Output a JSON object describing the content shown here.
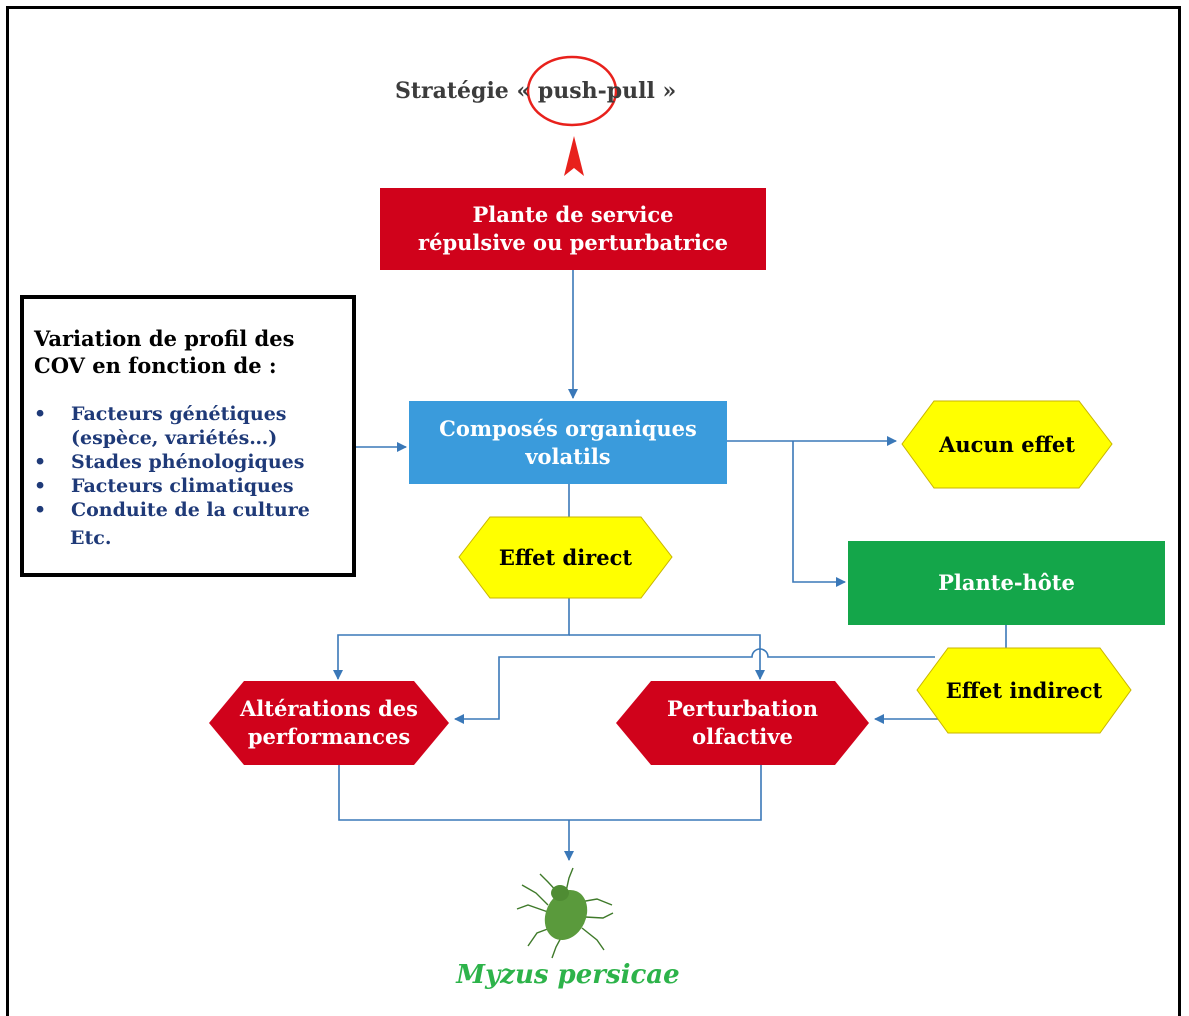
{
  "title": {
    "prefix": "Stratégie",
    "circled": "« push",
    "suffix": "-pull »"
  },
  "nodes": {
    "service_plant": {
      "line1": "Plante de service",
      "line2": "répulsive ou perturbatrice"
    },
    "voc": {
      "line1": "Composés organiques",
      "line2": "volatils"
    },
    "no_effect": "Aucun effet",
    "direct_effect": "Effet direct",
    "host_plant": "Plante-hôte",
    "indirect_effect": "Effet indirect",
    "performance": {
      "line1": "Altérations des",
      "line2": "performances"
    },
    "olfactory": {
      "line1": "Perturbation",
      "line2": "olfactive"
    }
  },
  "variation_box": {
    "heading_line1": "Variation de profil des",
    "heading_line2": "COV en fonction de :",
    "items": [
      "Facteurs génétiques (espèce, variétés…)",
      "Stades phénologiques",
      "Facteurs climatiques",
      "Conduite de la culture"
    ],
    "extra": "Etc."
  },
  "species": "Myzus persicae",
  "colors": {
    "red": "#d0021b",
    "blue": "#3a9bdc",
    "green": "#14a64a",
    "yellow": "#ffff00",
    "connector": "#3a78b8",
    "species_green": "#2db34a",
    "list_blue": "#1f3a78"
  }
}
